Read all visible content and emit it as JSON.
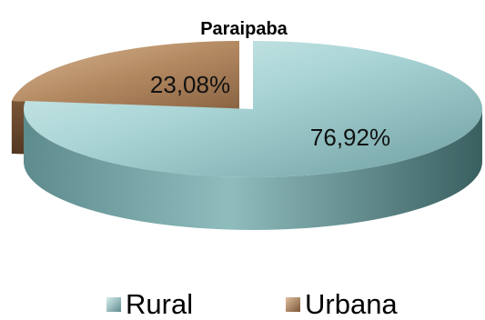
{
  "chart_data": {
    "type": "pie",
    "title": "Paraipaba",
    "categories": [
      "Rural",
      "Urbana"
    ],
    "values": [
      76.92,
      23.08
    ],
    "data_labels": [
      "76,92%",
      "23,08%"
    ],
    "legend_position": "bottom",
    "colors": {
      "Rural": "#a9d4d5",
      "Urbana": "#b48a62"
    }
  }
}
